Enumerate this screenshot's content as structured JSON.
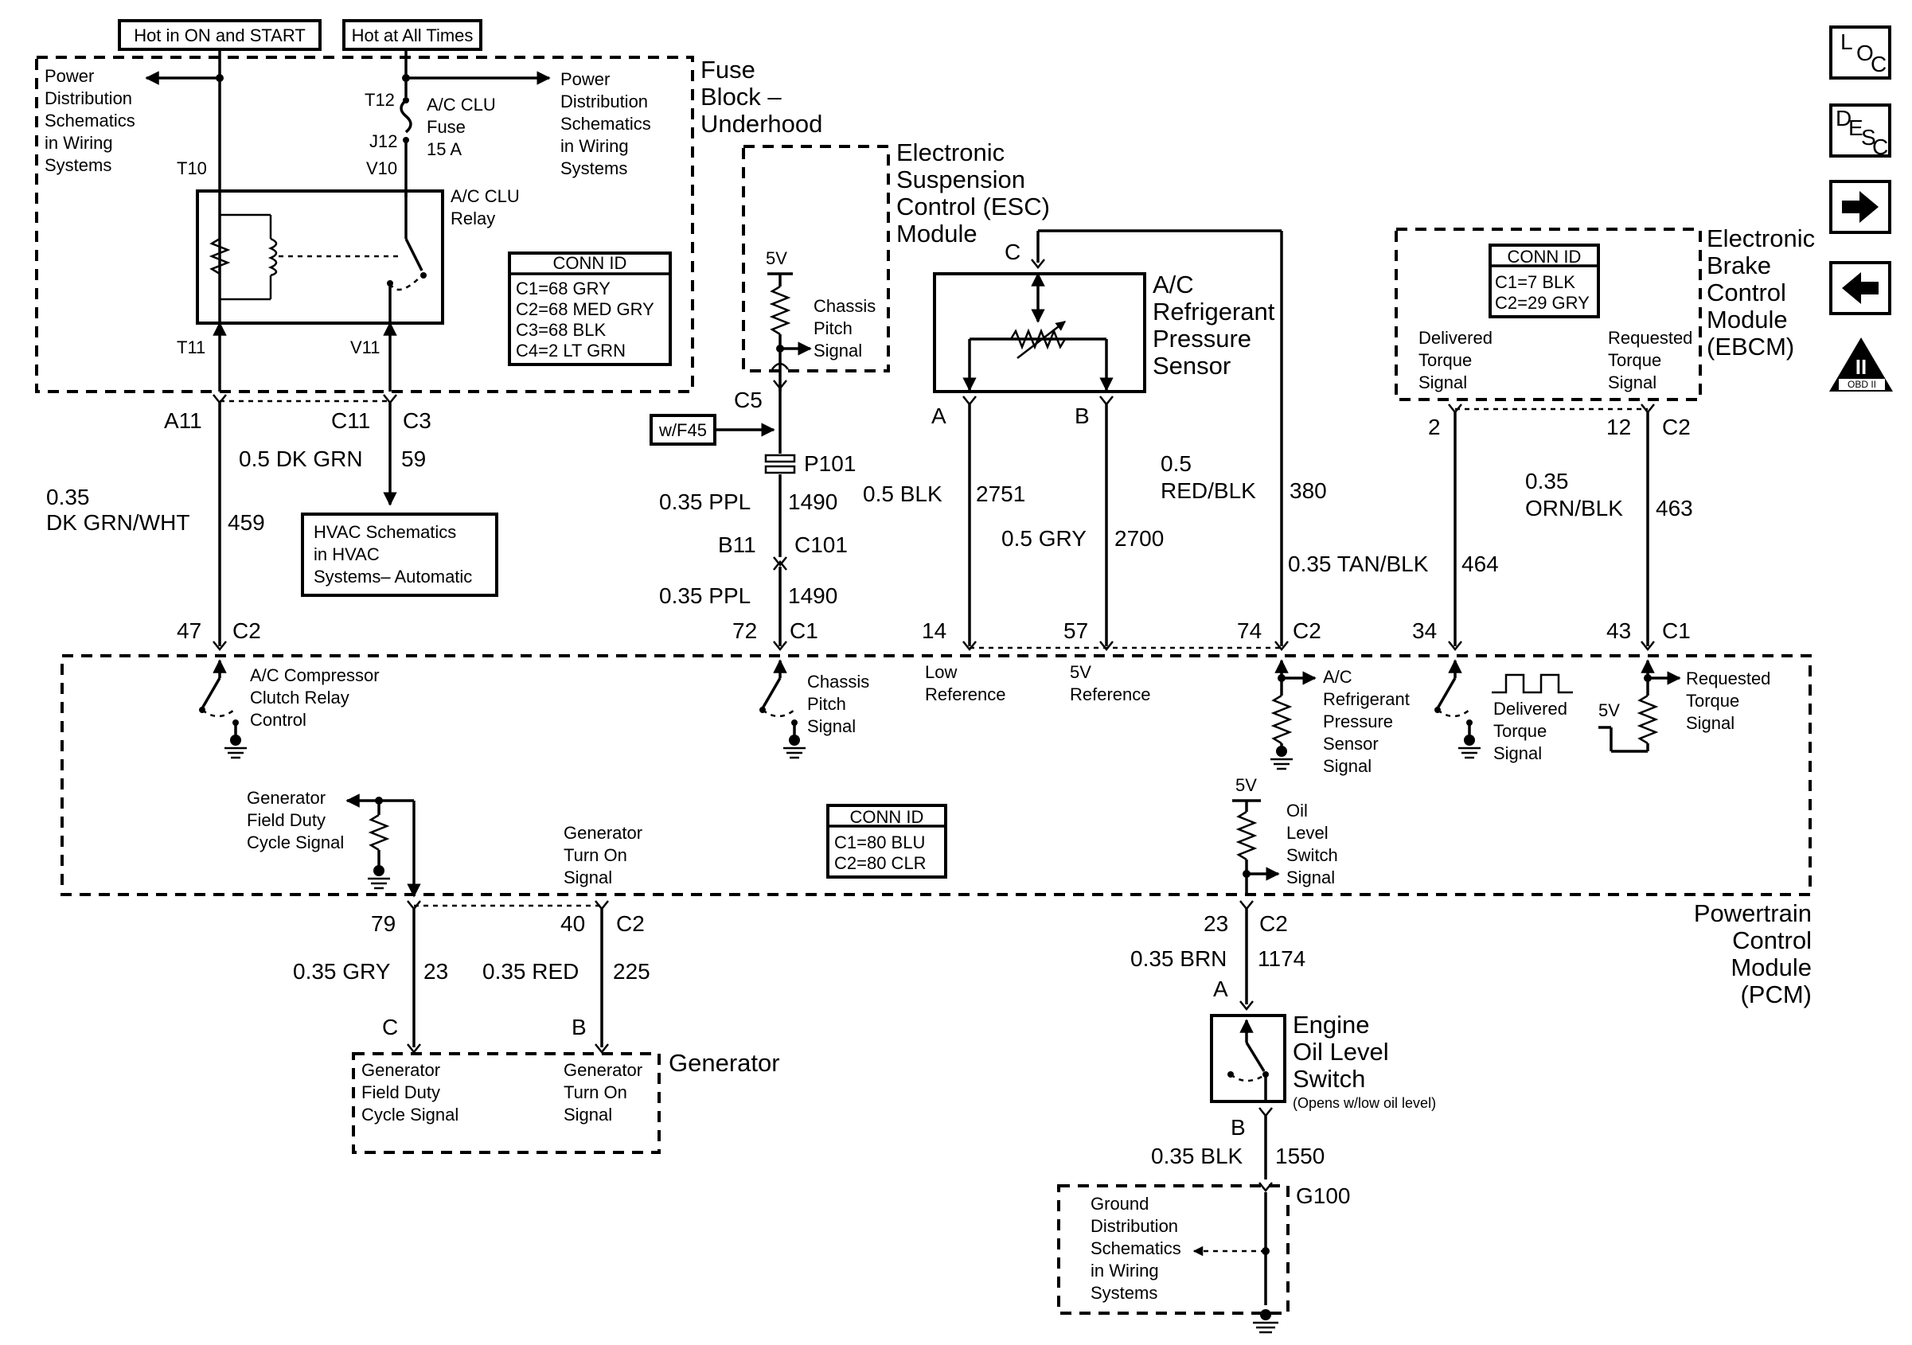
{
  "header": {
    "hot_on_start": "Hot in ON and START",
    "hot_all_times": "Hot at All Times"
  },
  "fuse_block": {
    "title_1": "Fuse",
    "title_2": "Block –",
    "title_3": "Underhood",
    "pd_left": [
      "Power",
      "Distribution",
      "Schematics",
      "in Wiring",
      "Systems"
    ],
    "pd_right": [
      "Power",
      "Distribution",
      "Schematics",
      "in Wiring",
      "Systems"
    ],
    "fuse_label": [
      "A/C CLU",
      "Fuse",
      "15 A"
    ],
    "relay_label": [
      "A/C CLU",
      "Relay"
    ],
    "terminals": {
      "t12": "T12",
      "j12": "J12",
      "v10": "V10",
      "t10": "T10",
      "t11": "T11",
      "v11": "V11"
    },
    "conn_id": {
      "title": "CONN ID",
      "rows": [
        "C1=68 GRY",
        "C2=68 MED GRY",
        "C3=68 BLK",
        "C4=2 LT GRN"
      ]
    },
    "pins": {
      "a11": "A11",
      "c11": "C11",
      "c3": "C3"
    }
  },
  "wires": {
    "w459_gauge_1": "0.35",
    "w459_gauge_2": "DK GRN/WHT",
    "w459_num": "459",
    "w59_gauge": "0.5 DK GRN",
    "w59_num": "59",
    "hvac": [
      "HVAC Schematics",
      "in HVAC",
      "Systems– Automatic"
    ],
    "w1490a_gauge": "0.35 PPL",
    "w1490a_num": "1490",
    "w1490b_gauge": "0.35 PPL",
    "w1490b_num": "1490",
    "b11": "B11",
    "c101": "C101",
    "p101": "P101",
    "wf45": "w/F45",
    "c5": "C5",
    "w2751_gauge": "0.5 BLK",
    "w2751_num": "2751",
    "w2700_gauge": "0.5 GRY",
    "w2700_num": "2700",
    "w380_gauge_1": "0.5",
    "w380_gauge_2": "RED/BLK",
    "w380_num": "380",
    "w464_gauge": "0.35 TAN/BLK",
    "w464_num": "464",
    "w463_gauge_1": "0.35",
    "w463_gauge_2": "ORN/BLK",
    "w463_num": "463",
    "w23_gauge": "0.35 GRY",
    "w23_num": "23",
    "w225_gauge": "0.35 RED",
    "w225_num": "225",
    "w1174_gauge": "0.35 BRN",
    "w1174_num": "1174",
    "w1550_gauge": "0.35 BLK",
    "w1550_num": "1550"
  },
  "esc": {
    "title": [
      "Electronic",
      "Suspension",
      "Control (ESC)",
      "Module"
    ],
    "v5": "5V",
    "signal": [
      "Chassis",
      "Pitch",
      "Signal"
    ]
  },
  "sensor": {
    "title": [
      "A/C",
      "Refrigerant",
      "Pressure",
      "Sensor"
    ],
    "pin_c": "C",
    "pin_a": "A",
    "pin_b": "B"
  },
  "ebcm": {
    "title": [
      "Electronic",
      "Brake",
      "Control",
      "Module",
      "(EBCM)"
    ],
    "conn_id": {
      "title": "CONN ID",
      "rows": [
        "C1=7 BLK",
        "C2=29 GRY"
      ]
    },
    "delivered": [
      "Delivered",
      "Torque",
      "Signal"
    ],
    "requested": [
      "Requested",
      "Torque",
      "Signal"
    ],
    "pin_2": "2",
    "pin_12": "12",
    "c2": "C2"
  },
  "pcm": {
    "title": [
      "Powertrain",
      "Control",
      "Module",
      "(PCM)"
    ],
    "pins_top": {
      "p47": "47",
      "c2a": "C2",
      "p72": "72",
      "c1a": "C1",
      "p14": "14",
      "p57": "57",
      "p74": "74",
      "c2b": "C2",
      "p34": "34",
      "p43": "43",
      "c1b": "C1"
    },
    "pins_bottom": {
      "p79": "79",
      "p40": "40",
      "c2c": "C2",
      "p23": "23",
      "c2d": "C2"
    },
    "ac_relay": [
      "A/C Compressor",
      "Clutch Relay",
      "Control"
    ],
    "chassis": [
      "Chassis",
      "Pitch",
      "Signal"
    ],
    "low_ref": [
      "Low",
      "Reference"
    ],
    "ref5v": [
      "5V",
      "Reference"
    ],
    "ac_sensor_sig": [
      "A/C",
      "Refrigerant",
      "Pressure",
      "Sensor",
      "Signal"
    ],
    "delivered": [
      "Delivered",
      "Torque",
      "Signal"
    ],
    "requested": [
      "Requested",
      "Torque",
      "Signal"
    ],
    "v5": "5V",
    "v5b": "5V",
    "oil_level": [
      "Oil",
      "Level",
      "Switch",
      "Signal"
    ],
    "gen_field": [
      "Generator",
      "Field Duty",
      "Cycle Signal"
    ],
    "gen_turn": [
      "Generator",
      "Turn On",
      "Signal"
    ],
    "conn_id": {
      "title": "CONN ID",
      "rows": [
        "C1=80 BLU",
        "C2=80 CLR"
      ]
    }
  },
  "generator": {
    "title": "Generator",
    "pin_c": "C",
    "pin_b": "B",
    "field": [
      "Generator",
      "Field Duty",
      "Cycle Signal"
    ],
    "turn": [
      "Generator",
      "Turn On",
      "Signal"
    ]
  },
  "oil_switch": {
    "title": [
      "Engine",
      "Oil Level",
      "Switch"
    ],
    "note": "(Opens w/low oil level)",
    "pin_a": "A",
    "pin_b": "B"
  },
  "ground": {
    "g100": "G100",
    "label": [
      "Ground",
      "Distribution",
      "Schematics",
      "in Wiring",
      "Systems"
    ]
  },
  "nav": {
    "loc_letters": [
      "L",
      "O",
      "C"
    ],
    "desc_letters": [
      "D",
      "E",
      "S",
      "C"
    ],
    "obd": "OBD II",
    "obd_roman": "II"
  }
}
